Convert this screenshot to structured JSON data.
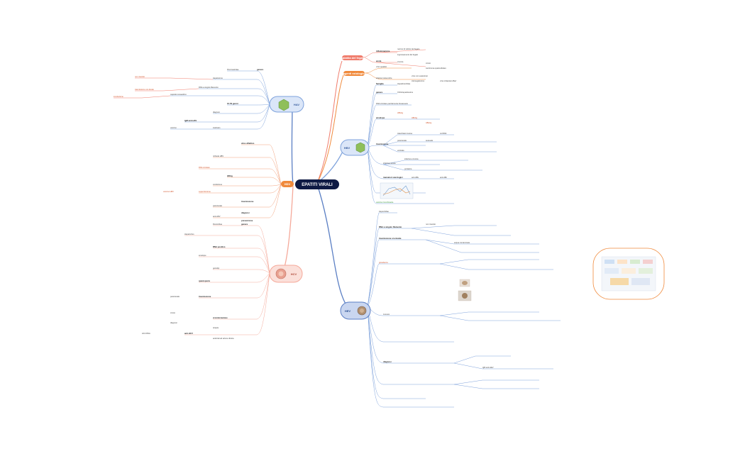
{
  "center": {
    "title": "EPATITI VIRALI"
  },
  "branches": {
    "malattia": "malattia del fegato",
    "agenti": "agenti eziologici",
    "hbv": "HBV",
    "hav": "HAV",
    "hcv": "HCV",
    "hev": "HEV",
    "hdv": "HDV"
  },
  "leaves": {
    "malattia": [
      "infiammazione",
      "necrosi di cellule del fegato",
      "ingrossamento del fegato",
      "acuta",
      "cronica",
      "cirrosi",
      "carcinoma epatocellulare"
    ],
    "agenti": [
      "virus epatitici",
      "infezioni sistemiche",
      "virus non epatotropi",
      "citomegalovirus",
      "virus di Epstein-Barr"
    ],
    "hav": [
      "Picornaviridae",
      "genere",
      "Hepatovirus",
      "RNA a singolo filamento",
      "capside icosaedrico",
      "non rivestito",
      "trasmissione oro-fecale",
      "incubazione",
      "15-50 giorni",
      "diagnosi",
      "IgM anti-HAV",
      "vaccino",
      "inattivato"
    ],
    "hbv": [
      "famiglia",
      "Hepadnaviridae",
      "genere",
      "Orthohepadnavirus",
      "DNA circolare parzialmente bicatenario",
      "envelope",
      "HBsAg",
      "HBcAg",
      "HBeAg",
      "trascrittasi inversa",
      "cccDNA",
      "trasmissione",
      "parenterale",
      "sessuale",
      "verticale",
      "infezione acuta",
      "infezione cronica",
      "portatore",
      "marcatori sierologici",
      "anti-HBs",
      "anti-HBc",
      "vaccino ricombinante"
    ],
    "hcv": [
      "Flaviviridae",
      "genere",
      "Hepacivirus",
      "RNA positivo",
      "envelope",
      "genotipi",
      "quasispecie",
      "trasmissione",
      "parenterale",
      "cronicizzazione",
      "cirrosi",
      "diagnosi",
      "anti-HCV",
      "HCV-RNA",
      "terapia",
      "antivirali ad azione diretta"
    ],
    "hev": [
      "Hepeviridae",
      "RNA a singolo filamento",
      "non rivestito",
      "trasmissione oro-fecale",
      "acqua contaminata",
      "gravidanza",
      "zoonosi",
      "diagnosi",
      "IgM anti-HEV"
    ],
    "hdv": [
      "virus difettivo",
      "richiede HBV",
      "RNA circolare",
      "HDAg",
      "coinfezione",
      "superinfezione",
      "trasmissione",
      "parenterale",
      "diagnosi",
      "anti-HDV",
      "prevenzione",
      "vaccino HBV"
    ]
  },
  "colors": {
    "center": "#0e1a44",
    "malattia": "#f07c6c",
    "agenti": "#f08a3c",
    "hbv": "#7ea2dc",
    "hav": "#5b7fc4",
    "hcv": "#f5a99a",
    "hev": "#7ea2dc",
    "hdv": "#f2a07a",
    "callout_border": "#f08a3c"
  }
}
